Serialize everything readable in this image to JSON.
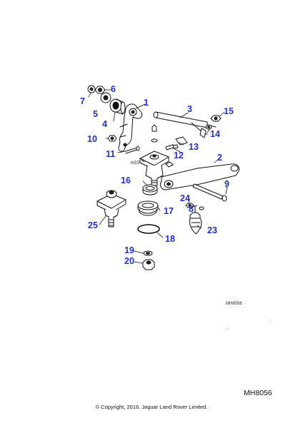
{
  "diagram": {
    "callouts": {
      "c1": "1",
      "c2": "2",
      "c3": "3",
      "c4": "4",
      "c5": "5",
      "c6": "6",
      "c7": "7",
      "c8": "8",
      "c9": "9",
      "c10": "10",
      "c11": "11",
      "c12": "12",
      "c13": "13",
      "c14": "14",
      "c15": "15",
      "c16": "16",
      "c17": "17",
      "c18": "18",
      "c19": "19",
      "c20": "20",
      "c23": "23",
      "c24": "24",
      "c25": "25"
    },
    "nss_label": "NSS",
    "ref_code_small": "MH8056"
  },
  "footer": {
    "ref_code": "MH8056",
    "copyright": "© Copyright, 2016. Jaguar Land Rover Limited."
  },
  "colors": {
    "callout": "#1e2fd6",
    "line": "#111111"
  }
}
